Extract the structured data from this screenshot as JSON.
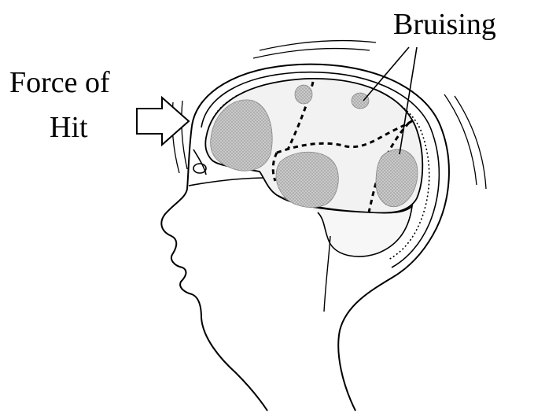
{
  "labels": {
    "bruising": "Bruising",
    "force_of_hit_line1": "Force of",
    "force_of_hit_line2": "Hit"
  },
  "colors": {
    "ink": "#000000",
    "bruise_fill": "#bdbdbd",
    "background": "#ffffff"
  },
  "icons": {
    "impact_arrow": "right-arrow-outline"
  }
}
